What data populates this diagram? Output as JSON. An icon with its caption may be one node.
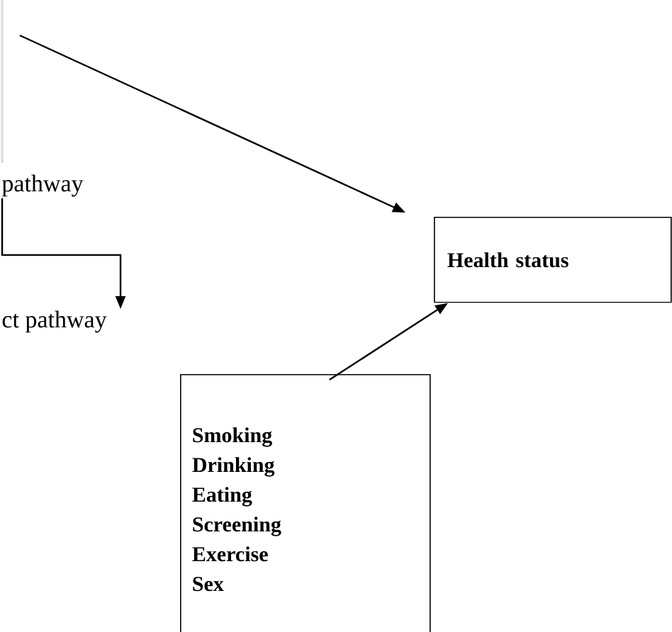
{
  "diagram": {
    "nodes": [
      {
        "text": [
          "pathway"
        ]
      },
      {
        "text": [
          "ct pathway"
        ]
      },
      {
        "text": [
          "Health status"
        ]
      },
      {
        "text": [
          "Smoking",
          "Drinking",
          "Eating",
          "Screening",
          "Exercise",
          "Sex"
        ]
      }
    ],
    "edges": [
      {
        "from": null,
        "to": 2,
        "arrow": "to"
      },
      {
        "from": 0,
        "to": 1,
        "arrow": "to"
      },
      {
        "from": 3,
        "to": 2,
        "arrow": "to"
      }
    ]
  }
}
